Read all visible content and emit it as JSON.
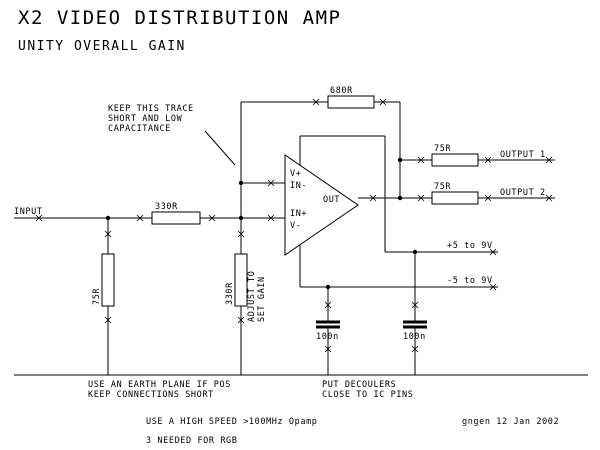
{
  "title": "X2 VIDEO DISTRIBUTION AMP",
  "subtitle": "UNITY OVERALL GAIN",
  "components": {
    "r_feedback": "680R",
    "r_series_in": "330R",
    "r_termination": "75R",
    "r_adjust": "330R",
    "r_out1": "75R",
    "r_out2": "75R",
    "cap1": "100n",
    "cap2": "100n"
  },
  "opamp": {
    "v_plus": "V+",
    "in_minus": "IN-",
    "in_plus": "IN+",
    "v_minus": "V-",
    "out": "OUT"
  },
  "ports": {
    "input": "INPUT",
    "output1": "OUTPUT 1",
    "output2": "OUTPUT 2",
    "supply_pos": "+5 to 9V",
    "supply_neg": "-5 to 9V"
  },
  "notes": {
    "trace_line1": "KEEP THIS TRACE",
    "trace_line2": "SHORT AND LOW",
    "trace_line3": "CAPACITANCE",
    "adjust_line1": "ADJUST TO",
    "adjust_line2": "SET GAIN",
    "earth_line1": "USE AN EARTH PLANE IF POS",
    "earth_line2": "KEEP CONNECTIONS SHORT",
    "decoupler_line1": "PUT DECOULERS",
    "decoupler_line2": "CLOSE TO IC PINS",
    "opamp_line1": "USE A HIGH SPEED >100MHz Opamp",
    "opamp_line2": "3 NEEDED FOR RGB",
    "signature": "gngen 12 Jan 2002"
  }
}
